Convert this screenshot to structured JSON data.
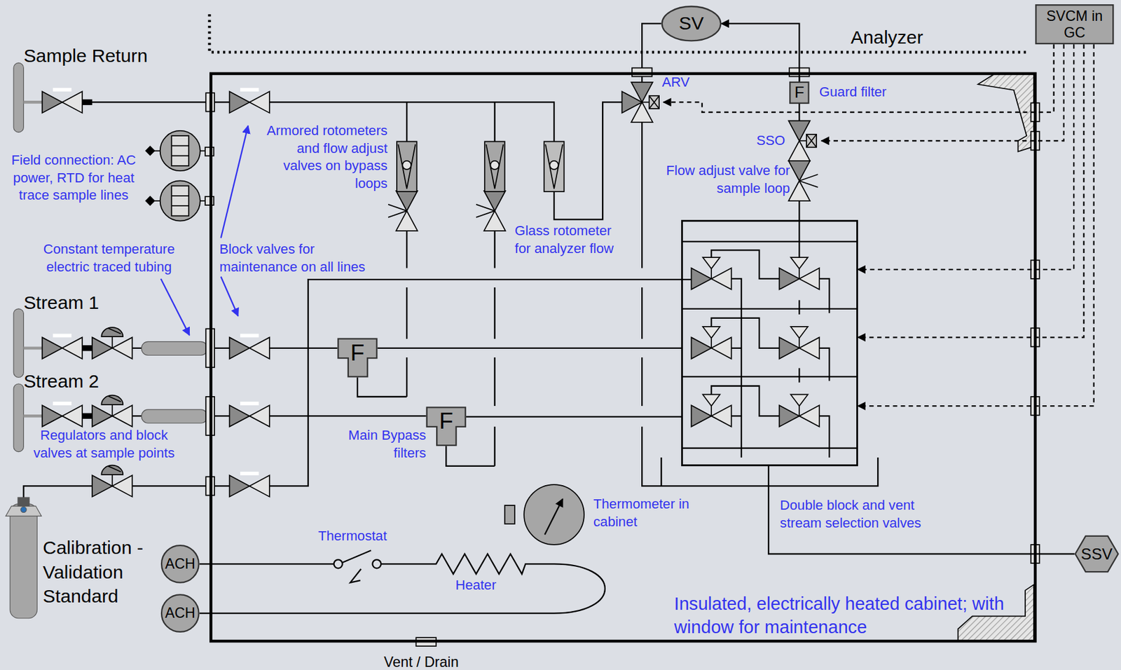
{
  "diagram": {
    "nodes": [
      {
        "text": [
          "Insulated, electrically heated cabinet; with window for maintenance"
        ]
      },
      {
        "text": [
          "SV"
        ]
      },
      {
        "text": [
          "SVCM in GC"
        ]
      },
      {
        "text": [
          "SSV"
        ]
      },
      {
        "text": [
          "ACH"
        ]
      },
      {
        "text": [
          "ACH"
        ]
      },
      {
        "text": [
          "Double block and vent stream selection valves"
        ],
        "in": 0
      },
      {
        "text": [
          "F"
        ],
        "in": 0
      },
      {
        "text": [
          "F"
        ],
        "in": 0
      },
      {
        "text": [
          "F"
        ],
        "in": 0
      }
    ],
    "edges": [
      {
        "from": 7,
        "to": 1,
        "arrow": "to"
      },
      {
        "from": 2,
        "to": 6,
        "arrow": "to"
      },
      {
        "from": 2,
        "to": 6,
        "arrow": "to"
      },
      {
        "from": 2,
        "to": 6,
        "arrow": "to"
      },
      {
        "from": 8,
        "to": 6,
        "arrow": "none"
      },
      {
        "from": 9,
        "to": 6,
        "arrow": "none"
      },
      {
        "from": 6,
        "to": 3,
        "arrow": "none"
      }
    ],
    "labels": [
      "Analyzer",
      "Sample Return",
      "ARV",
      "Guard filter",
      "SSO",
      "Armored rotometers and flow adjust valves on bypass loops",
      "Flow adjust valve for sample loop",
      "Field connection: AC power, RTD for heat trace sample lines",
      "Glass rotometer for analyzer flow",
      "Constant temperature electric traced tubing",
      "Block valves for maintenance on all lines",
      "Stream 1",
      "Stream 2",
      "Regulators and block valves at sample points",
      "Main Bypass filters",
      "Thermometer in cabinet",
      "Thermostat",
      "Calibration - Validation Standard",
      "Heater",
      "Vent / Drain"
    ]
  }
}
